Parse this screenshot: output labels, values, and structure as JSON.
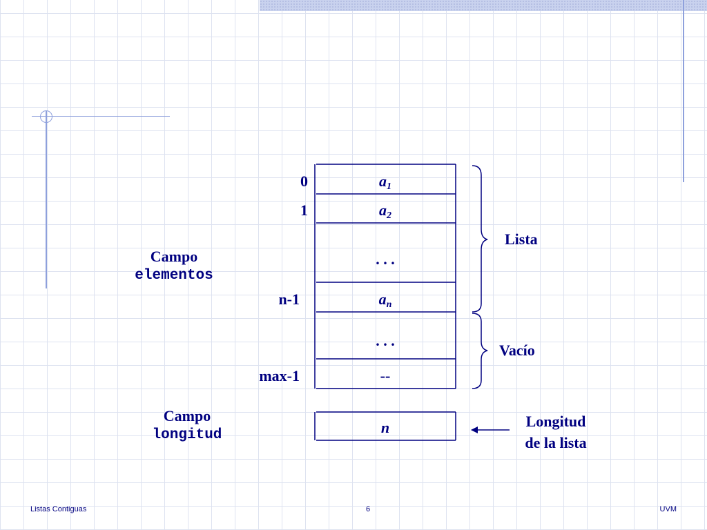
{
  "diagram": {
    "index_labels": [
      "0",
      "1",
      "n-1",
      "max-1"
    ],
    "cells": [
      {
        "italic_base": "a",
        "sub": "1"
      },
      {
        "italic_base": "a",
        "sub": "2"
      },
      {
        "text": ". . ."
      },
      {
        "italic_base": "a",
        "sub": "n"
      },
      {
        "text": ". . ."
      },
      {
        "text": "--"
      }
    ],
    "length_cell": "n",
    "field_elements": {
      "line1": "Campo",
      "line2": "elementos"
    },
    "field_length": {
      "line1": "Campo",
      "line2": "longitud"
    },
    "brace_labels": {
      "lista": "Lista",
      "vacio": "Vacío"
    },
    "arrow_label": {
      "line1": "Longitud",
      "line2": "de la lista"
    }
  },
  "footer": {
    "left": "Listas Contiguas",
    "page": "6",
    "right": "UVM"
  },
  "colors": {
    "text": "#000080",
    "lines": "#000080",
    "grid": "#dde2f0",
    "accent": "#8ea0dc"
  }
}
